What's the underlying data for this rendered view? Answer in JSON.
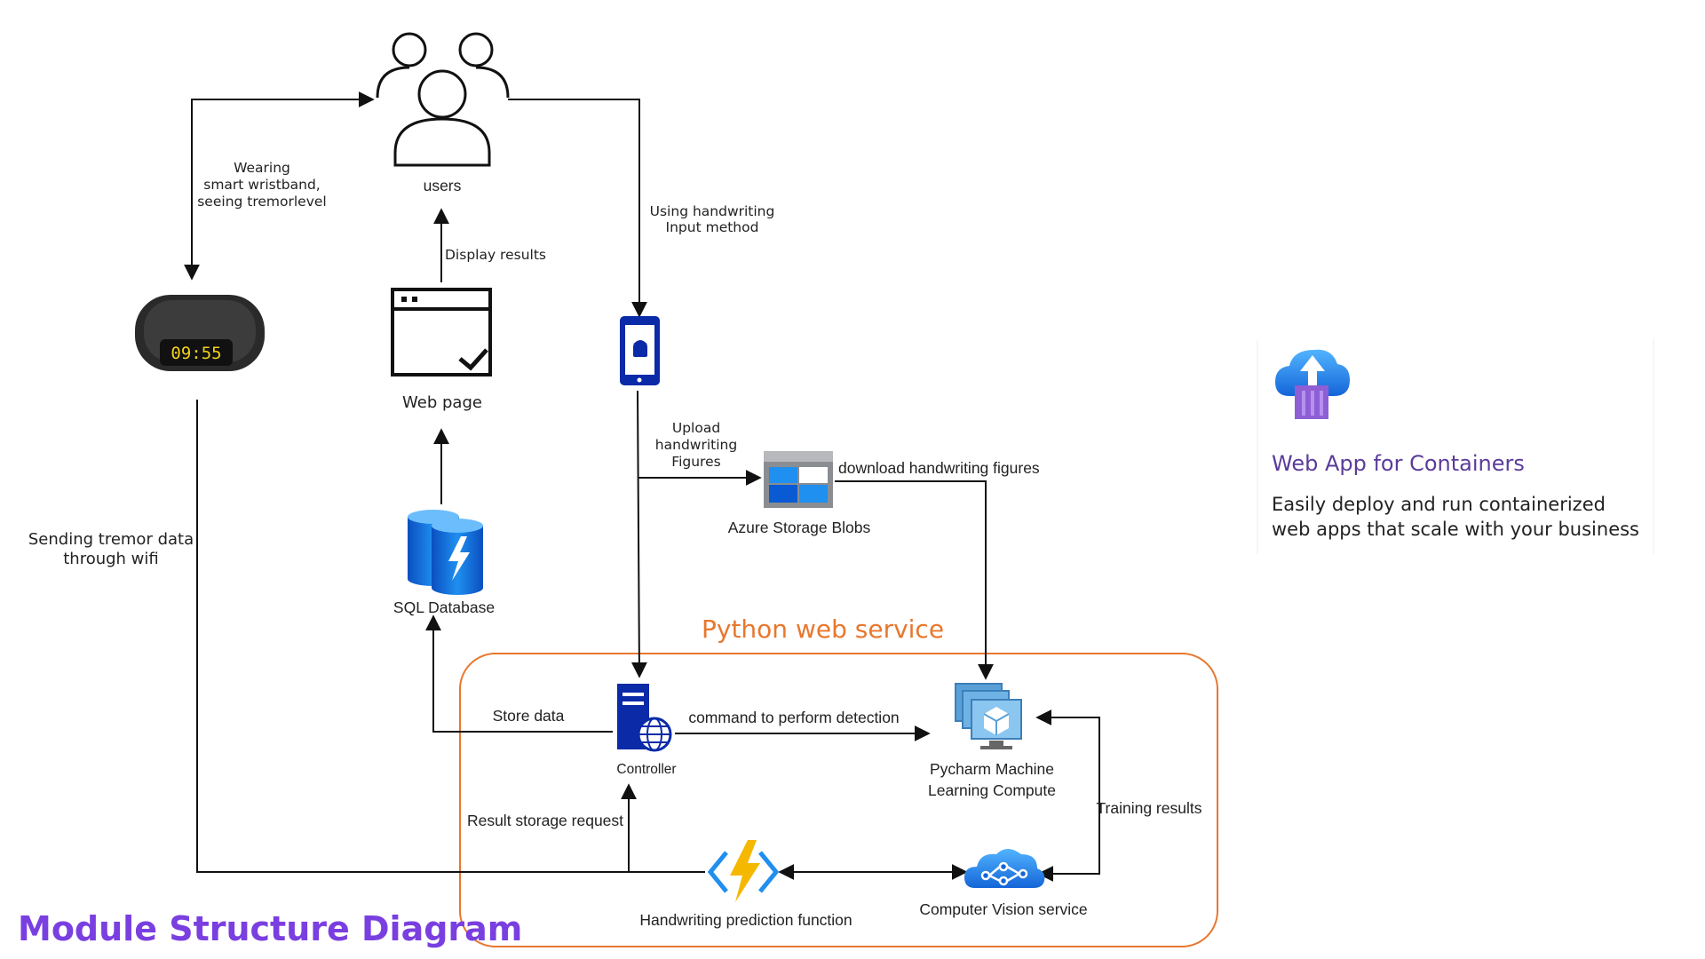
{
  "title": "Module Structure Diagram",
  "nodes": {
    "users": "users",
    "web_page": "Web page",
    "sql_database": "SQL Database",
    "azure_storage": "Azure Storage Blobs",
    "controller": "Controller",
    "ml_compute": [
      "Pycharm Machine",
      "Learning Compute"
    ],
    "prediction_function": "Handwriting prediction function",
    "vision_service": "Computer Vision service",
    "wristband_time": "09:55"
  },
  "edges": {
    "wearing": [
      "Wearing",
      "smart wristband,",
      "seeing tremorlevel"
    ],
    "display_results": "Display results",
    "using_handwriting": [
      "Using handwriting",
      "Input method"
    ],
    "upload_figures": [
      "Upload",
      "handwriting",
      "Figures"
    ],
    "download_figures": "download handwriting figures",
    "sending_tremor": [
      "Sending tremor data",
      "through wifi"
    ],
    "store_data": "Store data",
    "command_detection": "command to perform detection",
    "result_storage": "Result storage request",
    "training_results": "Training results"
  },
  "group_label": "Python web service",
  "card": {
    "title": "Web App for Containers",
    "desc": [
      "Easily deploy and run containerized",
      "web apps that scale with your business"
    ]
  },
  "colors": {
    "title": "#7a3fe0",
    "group_border": "#e8772e",
    "azure_blue": "#0a5bd3",
    "phone_blue": "#0a2aa8",
    "card_title": "#5b3c9a"
  }
}
